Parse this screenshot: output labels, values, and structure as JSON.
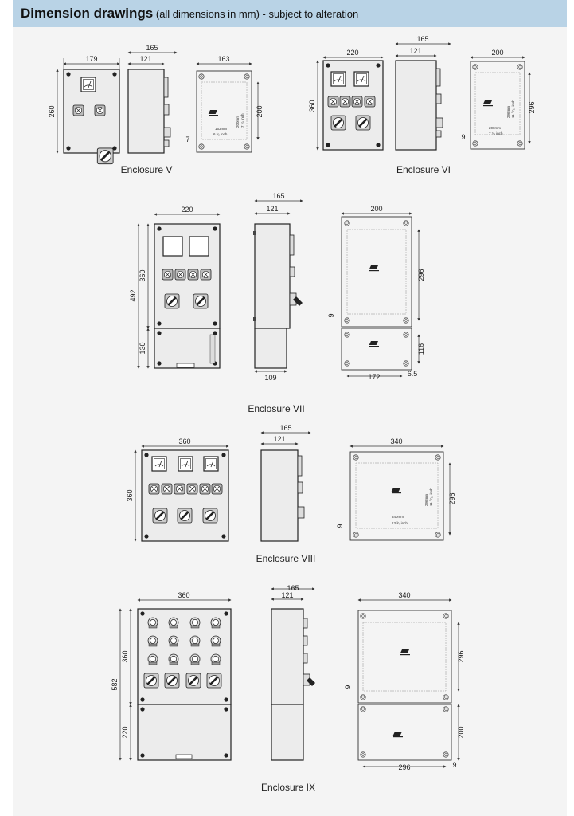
{
  "header": {
    "title": "Dimension drawings",
    "note": " (all dimensions in mm) - subject to alteration"
  },
  "enclosure_v": {
    "caption": "Enclosure V",
    "front_width": "179",
    "height": "260",
    "side_depth": "165",
    "side_body": "121",
    "back_width": "163",
    "back_height": "200",
    "foot": "7",
    "inner_w": "163mm",
    "inner_w_in": "6 ³⁄₈ inch",
    "inner_h": "200mm",
    "inner_h_in": "7 ⁷⁄₈ inch"
  },
  "enclosure_vi": {
    "caption": "Enclosure VI",
    "front_width": "220",
    "height": "360",
    "side_depth": "165",
    "side_body": "121",
    "back_width": "200",
    "back_height": "296",
    "foot": "9",
    "inner_w": "200mm",
    "inner_w_in": "7 ⁷⁄₈ inch",
    "inner_h": "296mm",
    "inner_h_in": "11 ²¹⁄₃₂ inch"
  },
  "enclosure_vii": {
    "caption": "Enclosure VII",
    "front_width": "220",
    "upper_height": "360",
    "total_height": "492",
    "lower_height": "130",
    "side_depth": "165",
    "side_body": "121",
    "side_lower": "109",
    "back_width": "200",
    "back_height": "296",
    "foot": "9",
    "lower_back_height": "116",
    "lower_back_width": "172",
    "offset": "6.5"
  },
  "enclosure_viii": {
    "caption": "Enclosure VIII",
    "front_width": "360",
    "height": "360",
    "side_depth": "165",
    "side_body": "121",
    "back_width": "340",
    "back_height": "296",
    "foot": "9",
    "inner_w": "340mm",
    "inner_w_in": "13 ³⁄₄ inch",
    "inner_h": "296mm",
    "inner_h_in": "11 ²¹⁄₃₂ inch"
  },
  "enclosure_ix": {
    "caption": "Enclosure IX",
    "front_width": "360",
    "upper_height": "360",
    "total_height": "582",
    "lower_height": "220",
    "side_depth": "165",
    "side_body": "121",
    "back_width": "340",
    "back_height": "296",
    "foot": "9",
    "lower_back_height": "200",
    "lower_back_width": "296",
    "offset": "9"
  }
}
